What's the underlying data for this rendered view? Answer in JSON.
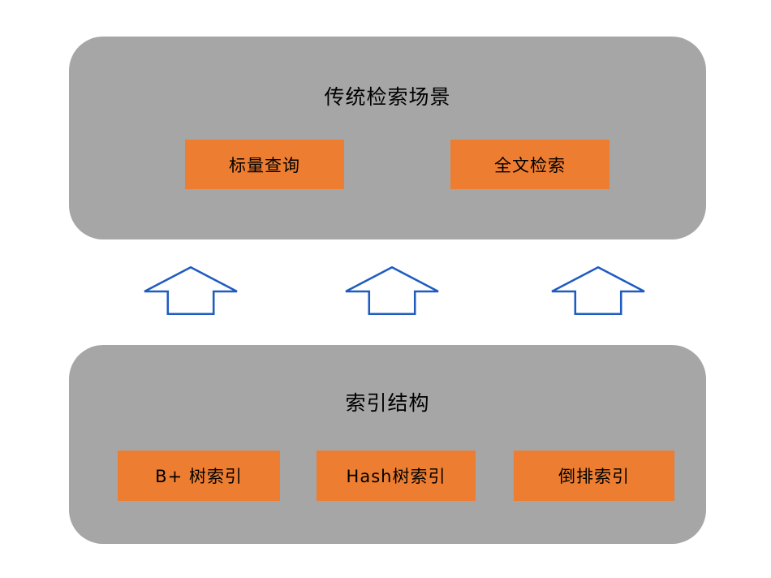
{
  "top_group": {
    "title": "传统检索场景",
    "items": [
      {
        "label": "标量查询"
      },
      {
        "label": "全文检索"
      }
    ]
  },
  "bottom_group": {
    "title": "索引结构",
    "items": [
      {
        "label": "B+ 树索引"
      },
      {
        "label": "Hash树索引"
      },
      {
        "label": "倒排索引"
      }
    ]
  },
  "arrows": [
    {
      "name": "up-arrow"
    },
    {
      "name": "up-arrow"
    },
    {
      "name": "up-arrow"
    }
  ],
  "colors": {
    "group_bg": "#a6a6a6",
    "box_bg": "#ed7d31",
    "arrow_stroke": "#1f5cc0",
    "text": "#000000",
    "background": "#ffffff"
  }
}
